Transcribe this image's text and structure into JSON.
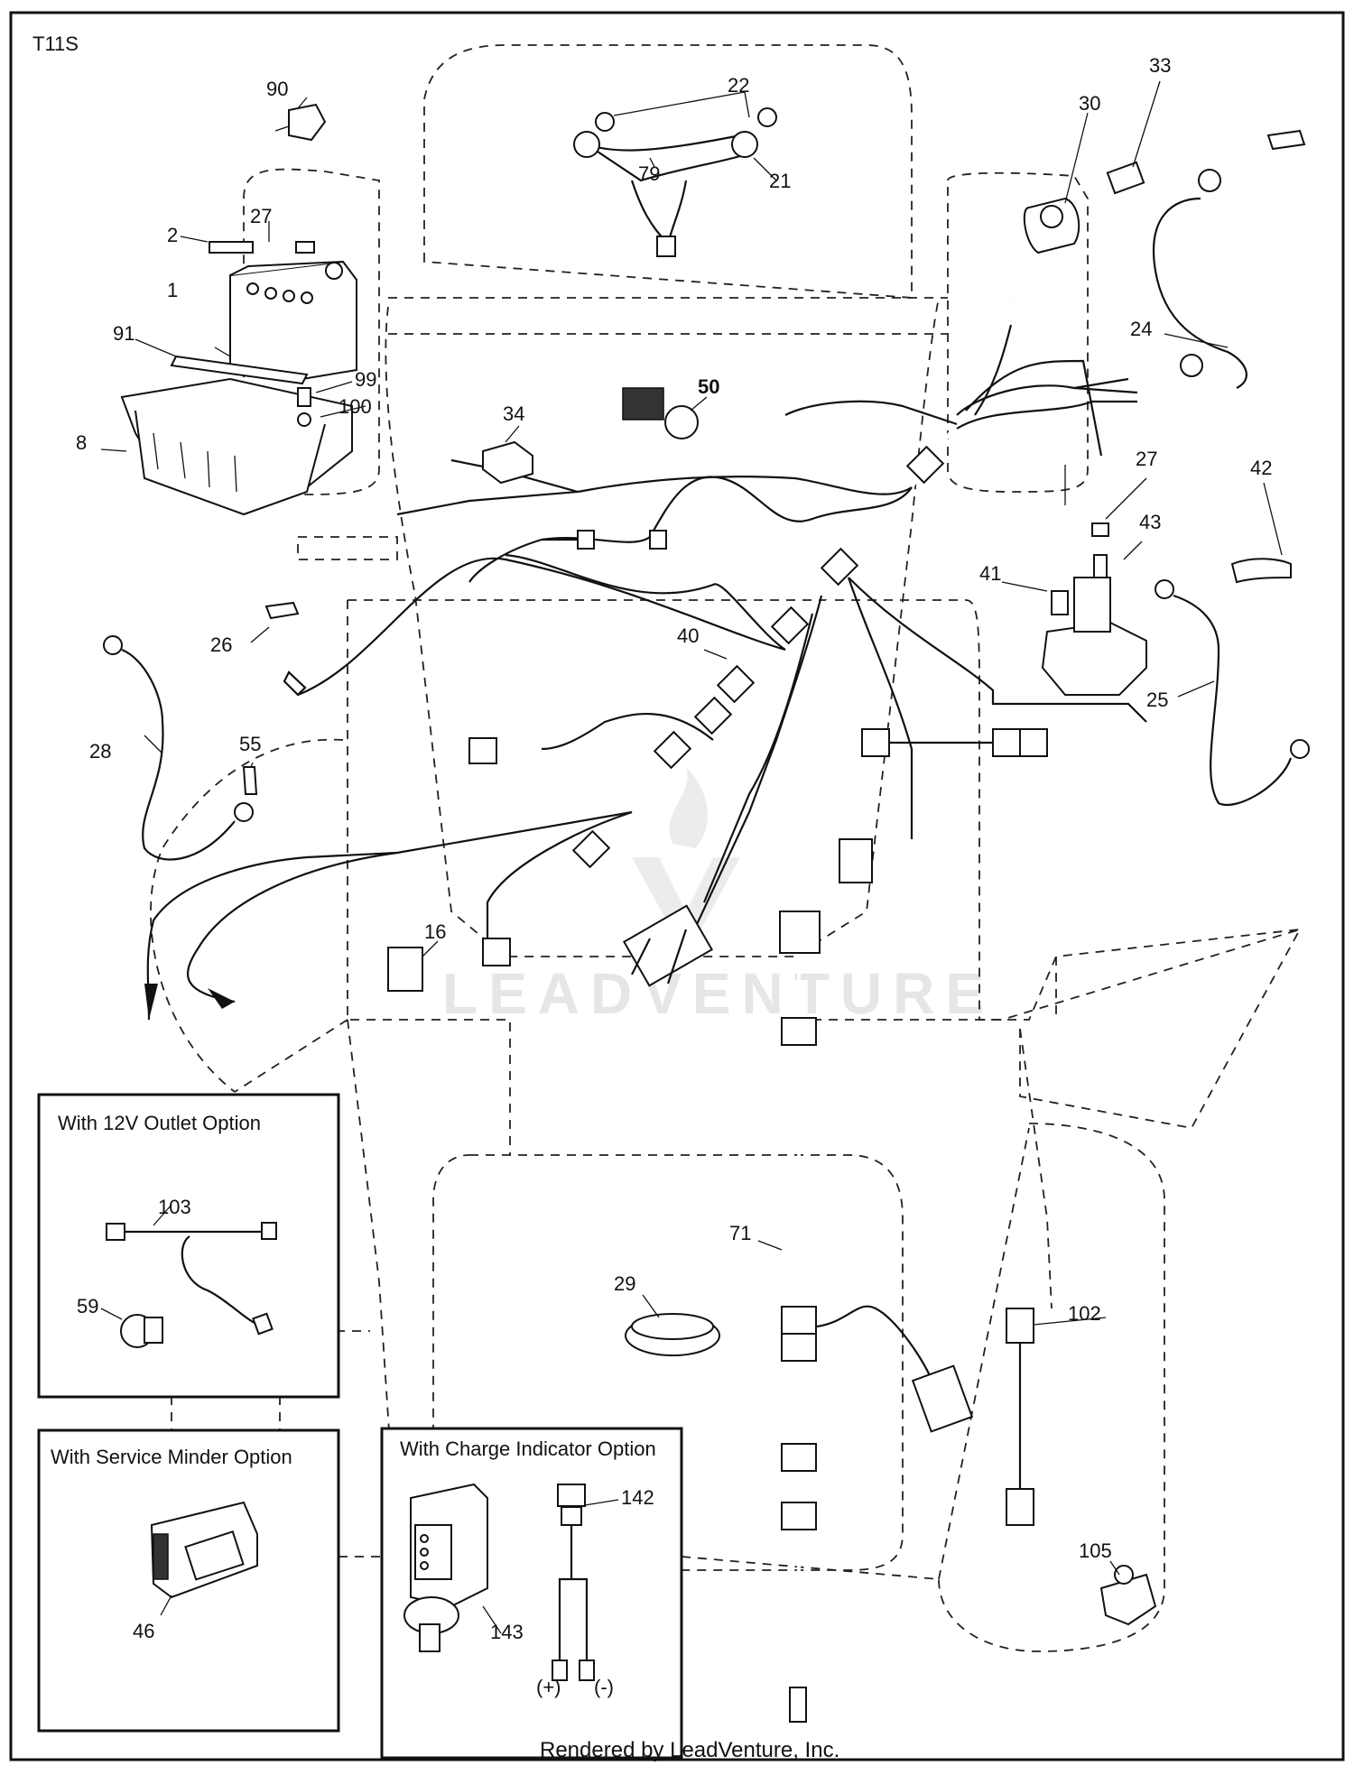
{
  "diagram": {
    "model_code": "T11S",
    "callouts": {
      "c1": "1",
      "c2": "2",
      "c8": "8",
      "c16": "16",
      "c21": "21",
      "c22": "22",
      "c24": "24",
      "c25": "25",
      "c26": "26",
      "c27a": "27",
      "c27b": "27",
      "c28": "28",
      "c29": "29",
      "c30": "30",
      "c33": "33",
      "c34": "34",
      "c40": "40",
      "c41": "41",
      "c42": "42",
      "c43": "43",
      "c46": "46",
      "c50": "50",
      "c55": "55",
      "c59": "59",
      "c71": "71",
      "c79": "79",
      "c90": "90",
      "c91": "91",
      "c99": "99",
      "c100": "100",
      "c102": "102",
      "c103": "103",
      "c105": "105",
      "c142": "142",
      "c143": "143"
    },
    "option_boxes": {
      "outlet_title": "With 12V Outlet Option",
      "service_title": "With Service Minder Option",
      "charge_title": "With Charge Indicator Option"
    },
    "polarity": {
      "plus": "(+)",
      "minus": "(-)"
    },
    "watermark": "LEADVENTURE",
    "footer": "Rendered by LeadVenture, Inc."
  },
  "colors": {
    "line": "#111111",
    "watermark": "#e6e6e6",
    "background": "#ffffff"
  }
}
